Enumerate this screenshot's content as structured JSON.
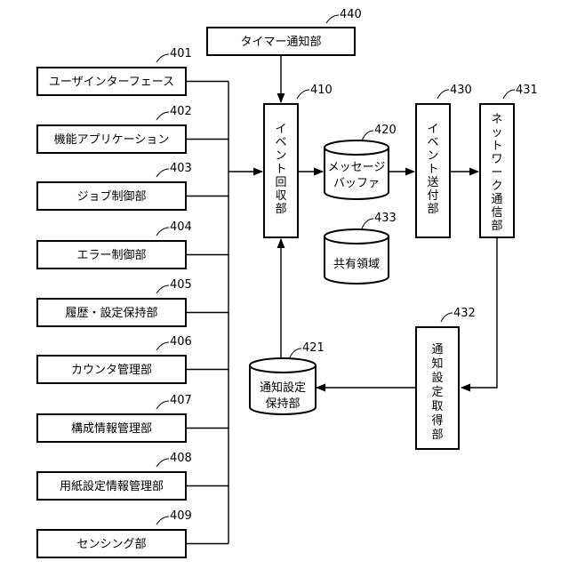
{
  "modules": [
    {
      "num": "401",
      "label": "ユーザインターフェース"
    },
    {
      "num": "402",
      "label": "機能アプリケーション"
    },
    {
      "num": "403",
      "label": "ジョブ制御部"
    },
    {
      "num": "404",
      "label": "エラー制御部"
    },
    {
      "num": "405",
      "label": "履歴・設定保持部"
    },
    {
      "num": "406",
      "label": "カウンタ管理部"
    },
    {
      "num": "407",
      "label": "構成情報管理部"
    },
    {
      "num": "408",
      "label": "用紙設定情報管理部"
    },
    {
      "num": "409",
      "label": "センシング部"
    }
  ],
  "timer": {
    "num": "440",
    "label": "タイマー通知部"
  },
  "event_collect": {
    "num": "410",
    "chars": [
      "イ",
      "ベ",
      "ン",
      "ト",
      "回",
      "収",
      "部"
    ]
  },
  "message_buffer": {
    "num": "420",
    "lines": [
      "メッセージ",
      "バッファ"
    ]
  },
  "shared_area": {
    "num": "433",
    "lines": [
      "共有領域"
    ]
  },
  "event_send": {
    "num": "430",
    "chars": [
      "イ",
      "ベ",
      "ン",
      "ト",
      "送",
      "付",
      "部"
    ]
  },
  "network": {
    "num": "431",
    "chars": [
      "ネ",
      "ッ",
      "ト",
      "ワ",
      "ー",
      "ク",
      "通",
      "信",
      "部"
    ]
  },
  "notify_get": {
    "num": "432",
    "chars": [
      "通",
      "知",
      "設",
      "定",
      "取",
      "得",
      "部"
    ]
  },
  "notify_store": {
    "num": "421",
    "lines": [
      "通知設定",
      "保持部"
    ]
  }
}
